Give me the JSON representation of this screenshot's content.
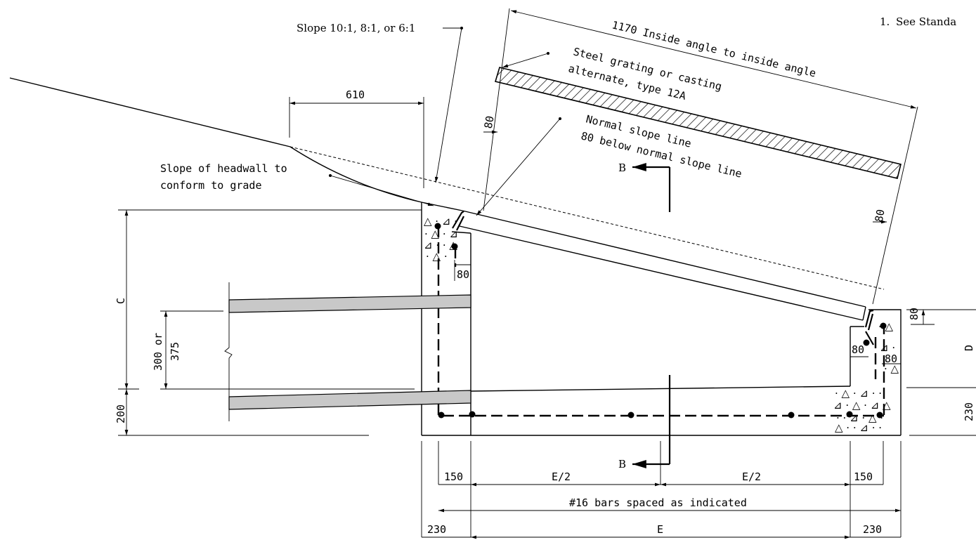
{
  "notes": {
    "note1_number": "1.",
    "note1_text": "See Standa"
  },
  "callouts": {
    "slope_options": "Slope 10:1, 8:1, or 6:1",
    "headwall_slope_line1": "Slope of headwall to",
    "headwall_slope_line2": "conform to grade",
    "grating_line1": "Steel grating or casting",
    "grating_line2": "alternate, type 12A",
    "normal_slope_line1": "Normal slope line",
    "normal_slope_line2": "80 below normal slope line"
  },
  "dimensions": {
    "inside_angle": "1170 Inside angle to inside angle",
    "offset_610": "610",
    "grate_offset_left": "80",
    "grate_offset_right": "80",
    "ledge_left": "80",
    "ledge_right_a": "80",
    "ledge_right_b": "80",
    "ledge_right_top": "80",
    "height_c": "C",
    "pipe_dia_line1": "300 or",
    "pipe_dia_line2": "375",
    "base_200": "200",
    "height_d": "D",
    "base_230_right": "230",
    "bar_150_left": "150",
    "bar_e_half_left": "E/2",
    "bar_e_half_right": "E/2",
    "bar_150_right": "150",
    "bars_spacing": "#16 bars spaced as indicated",
    "wall_230_left": "230",
    "width_e": "E",
    "wall_230_right": "230"
  },
  "section_markers": {
    "top": "B",
    "bottom": "B"
  }
}
